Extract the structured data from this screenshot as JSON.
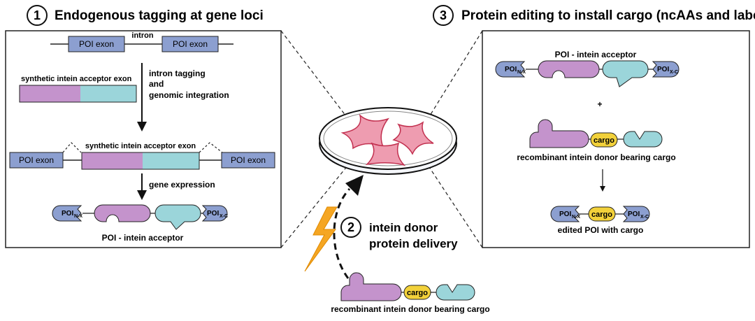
{
  "step1": {
    "number": "1",
    "title": "Endogenous tagging at gene loci",
    "intron_label": "intron",
    "exon_label": "POI exon",
    "synthetic_label": "synthetic intein acceptor exon",
    "arrow1_label_line1": "intron tagging",
    "arrow1_label_line2": "and",
    "arrow1_label_line3": "genomic integration",
    "integrated_label": "synthetic intein acceptor exon",
    "arrow2_label": "gene expression",
    "poi_n": "POI",
    "poi_n_sub": "N-X",
    "poi_c": "POI",
    "poi_c_sub": "X-C",
    "product_label": "POI - intein acceptor"
  },
  "step2": {
    "number": "2",
    "title_line1": "intein donor",
    "title_line2": "protein delivery",
    "cargo_label": "cargo",
    "donor_label": "recombinant intein donor bearing cargo"
  },
  "step3": {
    "number": "3",
    "title": "Protein editing to install cargo (ncAAs and labe",
    "acceptor_label": "POI - intein acceptor",
    "poi_n": "POI",
    "poi_n_sub": "N-X",
    "poi_c": "POI",
    "poi_c_sub": "X-C",
    "plus": "+",
    "cargo_label": "cargo",
    "donor_label": "recombinant intein donor bearing cargo",
    "edited_cargo": "cargo",
    "edited_label": "edited POI with cargo"
  },
  "colors": {
    "exon": "#8c9fd0",
    "intein_n": "#c493cc",
    "intein_c": "#9bd5da",
    "cargo": "#f2d13a",
    "cell": "#ee9cb0",
    "lightning": "#f5a623"
  }
}
